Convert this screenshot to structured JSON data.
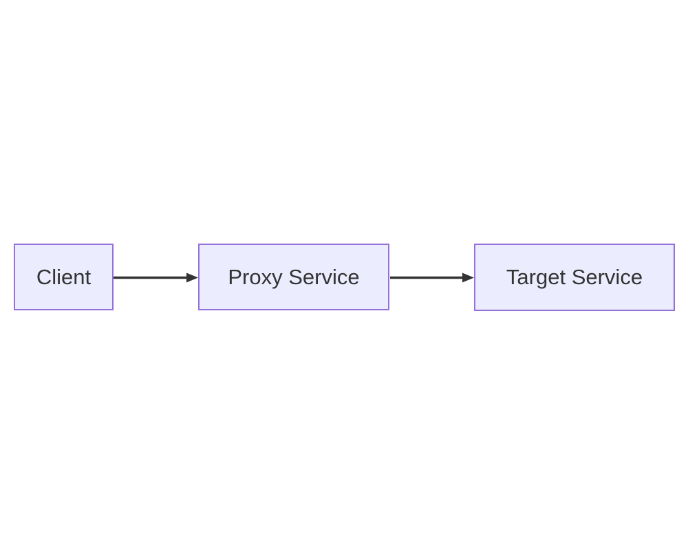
{
  "diagram": {
    "type": "flowchart",
    "direction": "left-to-right",
    "nodes": [
      {
        "id": "client",
        "label": "Client"
      },
      {
        "id": "proxy",
        "label": "Proxy Service"
      },
      {
        "id": "target",
        "label": "Target Service"
      }
    ],
    "edges": [
      {
        "from": "client",
        "to": "proxy",
        "label": ""
      },
      {
        "from": "proxy",
        "to": "target",
        "label": ""
      }
    ]
  },
  "colors": {
    "node-fill": "#ECECFF",
    "node-border": "#9370DB",
    "node-text": "#333333",
    "edge": "#333333",
    "background": "#FFFFFF"
  }
}
